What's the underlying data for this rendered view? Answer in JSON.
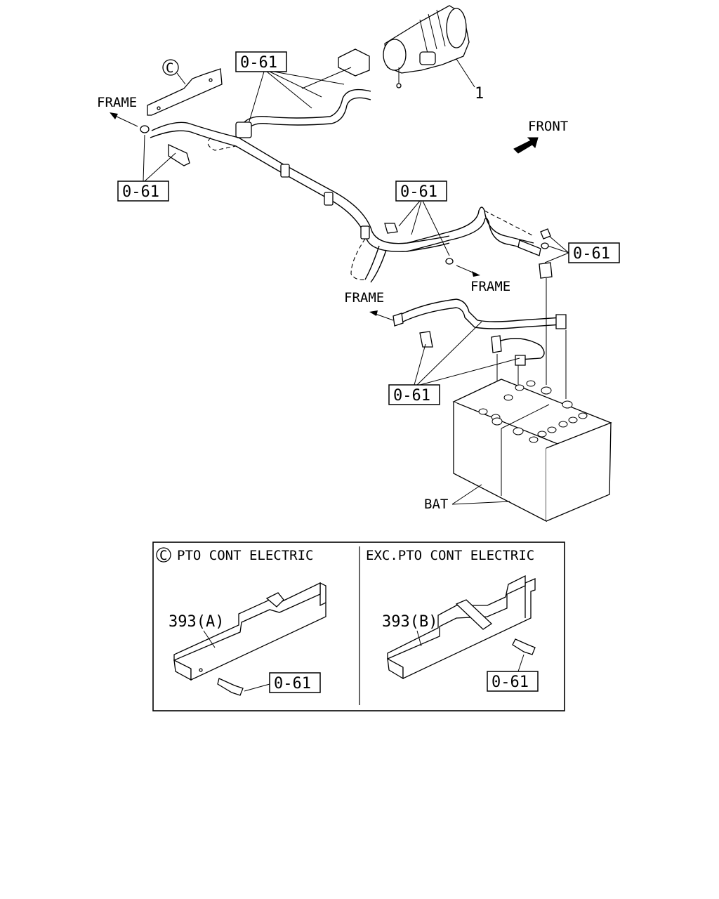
{
  "labels": {
    "part_ref": "0-61",
    "frame": "FRAME",
    "front": "FRONT",
    "item_1": "1",
    "bat": "BAT",
    "callout_c": "C"
  },
  "inset": {
    "left_title": "PTO CONT ELECTRIC",
    "right_title": "EXC.PTO CONT ELECTRIC",
    "left_part": "393(A)",
    "right_part": "393(B)"
  }
}
